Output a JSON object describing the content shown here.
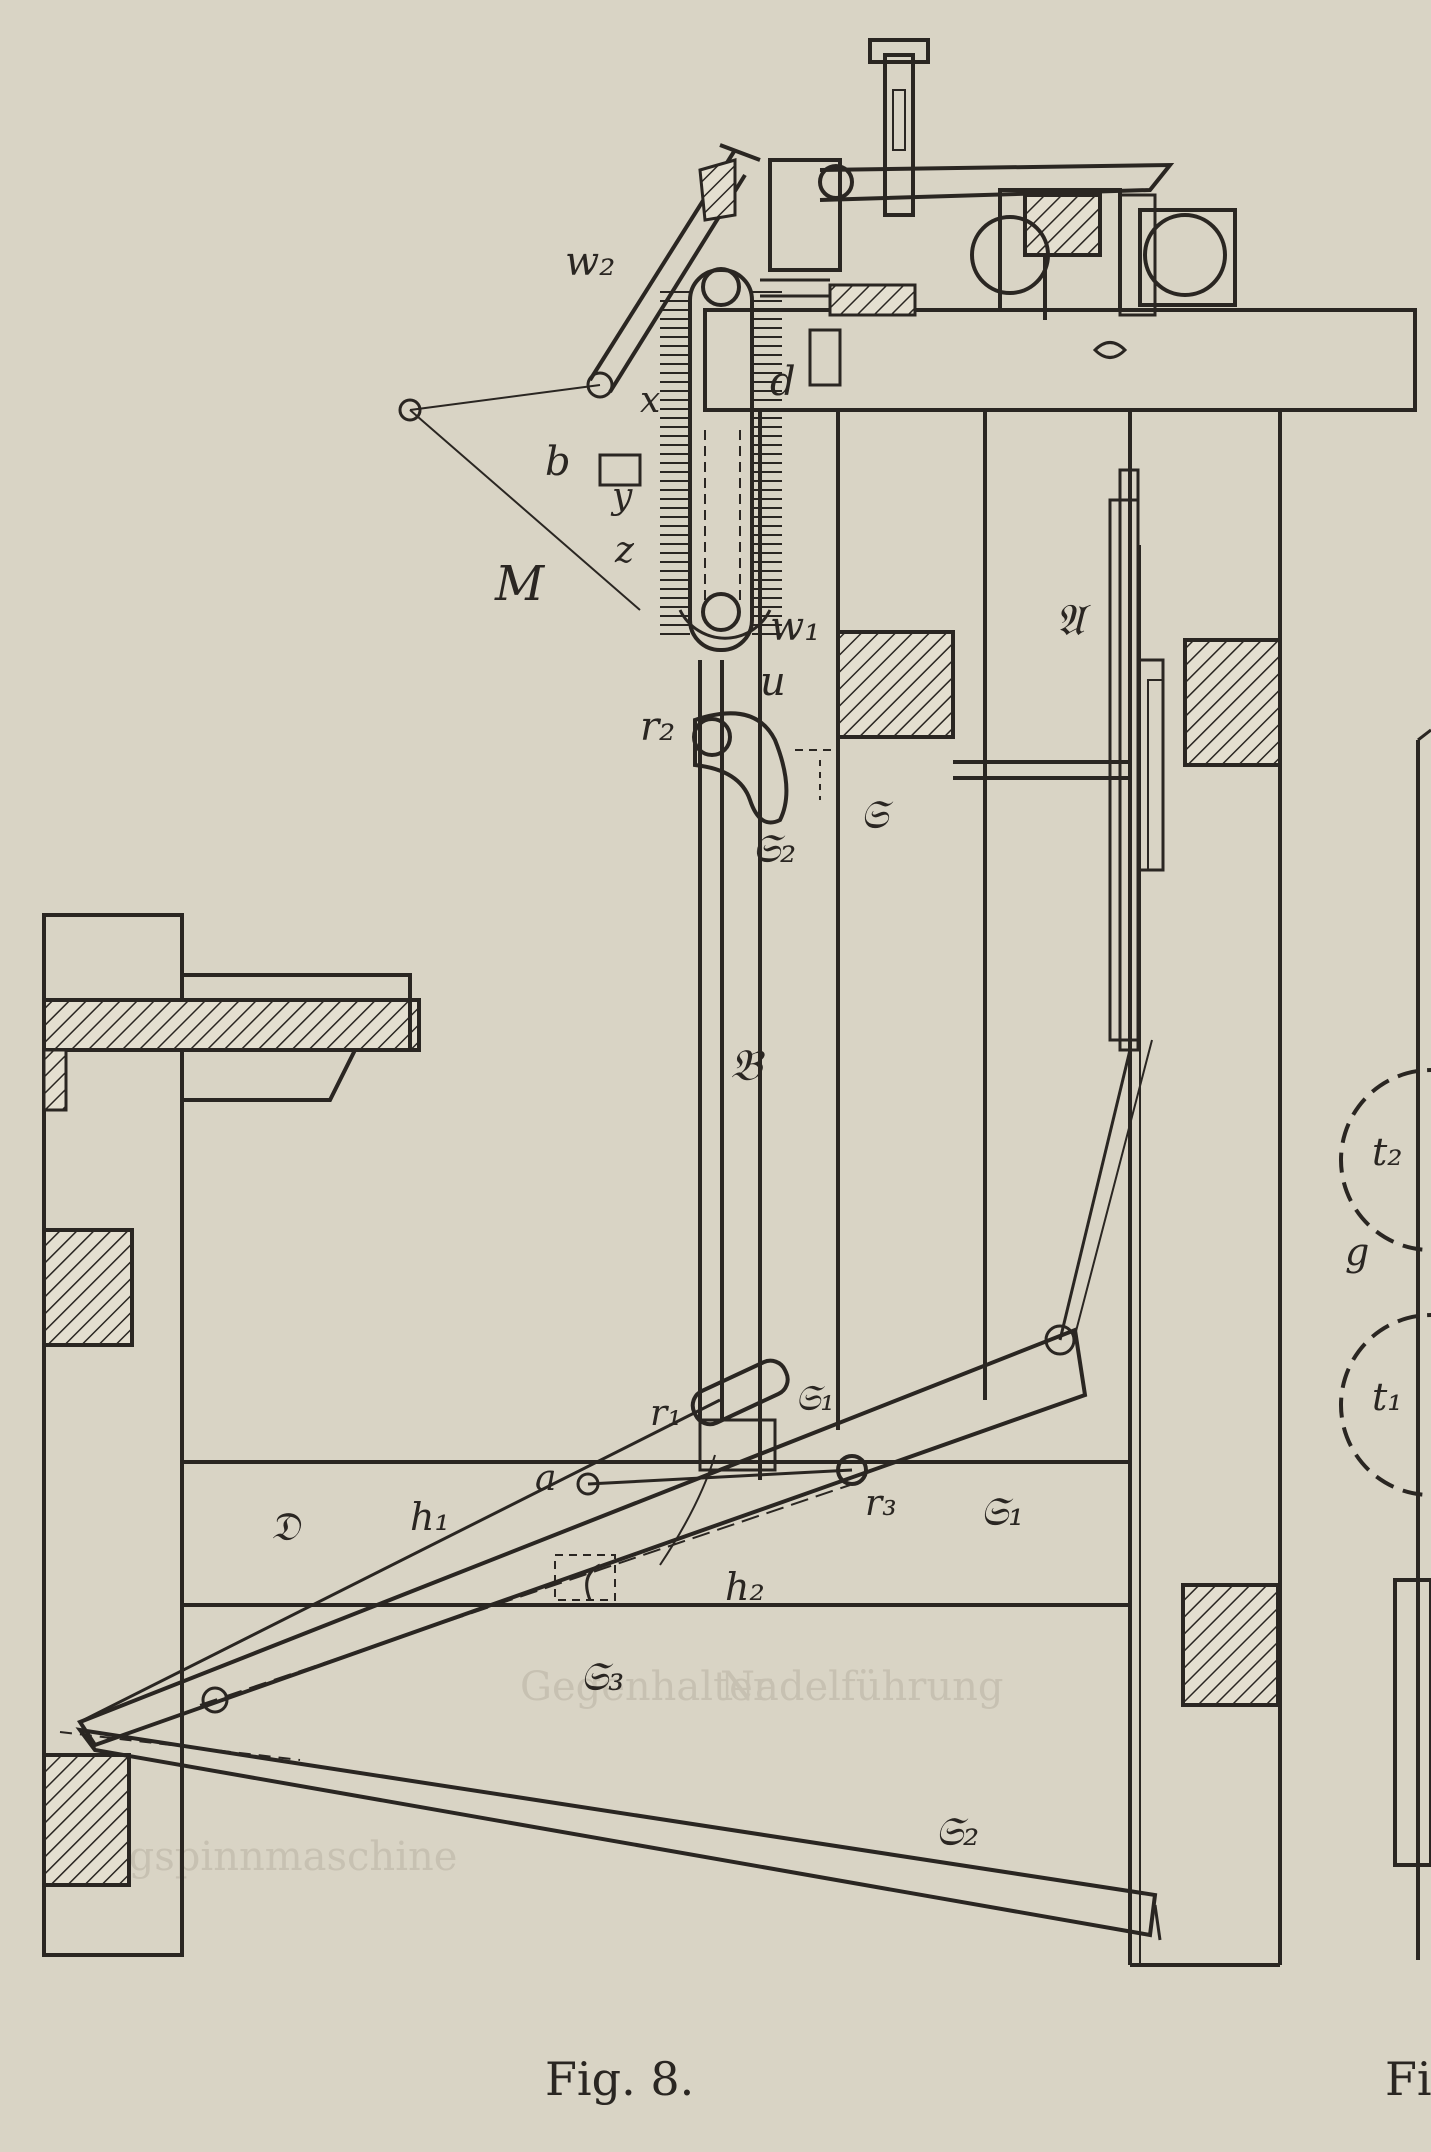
{
  "figure": {
    "caption_main": "Fig. 8.",
    "caption_cut": "Fi"
  },
  "labels": {
    "w2": "w₂",
    "d": "d",
    "x": "x",
    "b": "b",
    "y": "y",
    "z": "z",
    "M": "M",
    "w1": "w₁",
    "u": "u",
    "r2": "r₂",
    "H2_upper": "𝔖₂",
    "S_upper": "𝔖",
    "A": "𝔄",
    "B": "𝔅",
    "r1": "r₁",
    "H1_bracket": "𝔖₁",
    "a": "a",
    "r3": "r₃",
    "H1_lever": "𝔖₁",
    "D": "𝔇",
    "h1": "h₁",
    "h2": "h₂",
    "H3": "𝔖₃",
    "H2_lower": "𝔖₂",
    "t2": "t₂",
    "g": "g",
    "t1": "t₁"
  },
  "bleed_through": [
    "Gegenhalter",
    "Ringspinnmaschine",
    "Nadelführung"
  ]
}
